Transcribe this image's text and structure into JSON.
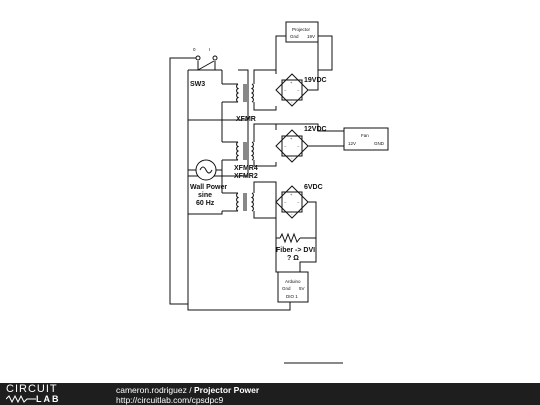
{
  "diagram": {
    "switch_label": "SW3",
    "switch_off": "0",
    "switch_on": "I",
    "xfmr_label": "XFMR",
    "xfmr4_label": "XFMR4",
    "xfmr2_label": "XFMR2",
    "source_label_1": "Wall Power",
    "source_label_2": "sine",
    "source_label_3": "60 Hz",
    "rail_19v": "19VDC",
    "rail_12v": "12VDC",
    "rail_6v": "6VDC",
    "projector": {
      "title": "Projector",
      "pin_gnd": "Gnd",
      "pin_19v": "19V"
    },
    "fan": {
      "title": "Fan",
      "pin_12v": "12V",
      "pin_gnd": "GND"
    },
    "resistor_label_1": "Fiber -> DVI",
    "resistor_label_2": "? Ω",
    "arduino": {
      "title": "Arduino",
      "pin_gnd": "Gnd",
      "pin_5v": "5V",
      "pin_dio": "DIO 1"
    }
  },
  "footer": {
    "logo_top": "CIRCUIT",
    "logo_bottom": "LAB",
    "author": "cameron.rodriguez",
    "separator": "/",
    "project": "Projector Power",
    "url": "http://circuitlab.com/cpsdpc9"
  }
}
